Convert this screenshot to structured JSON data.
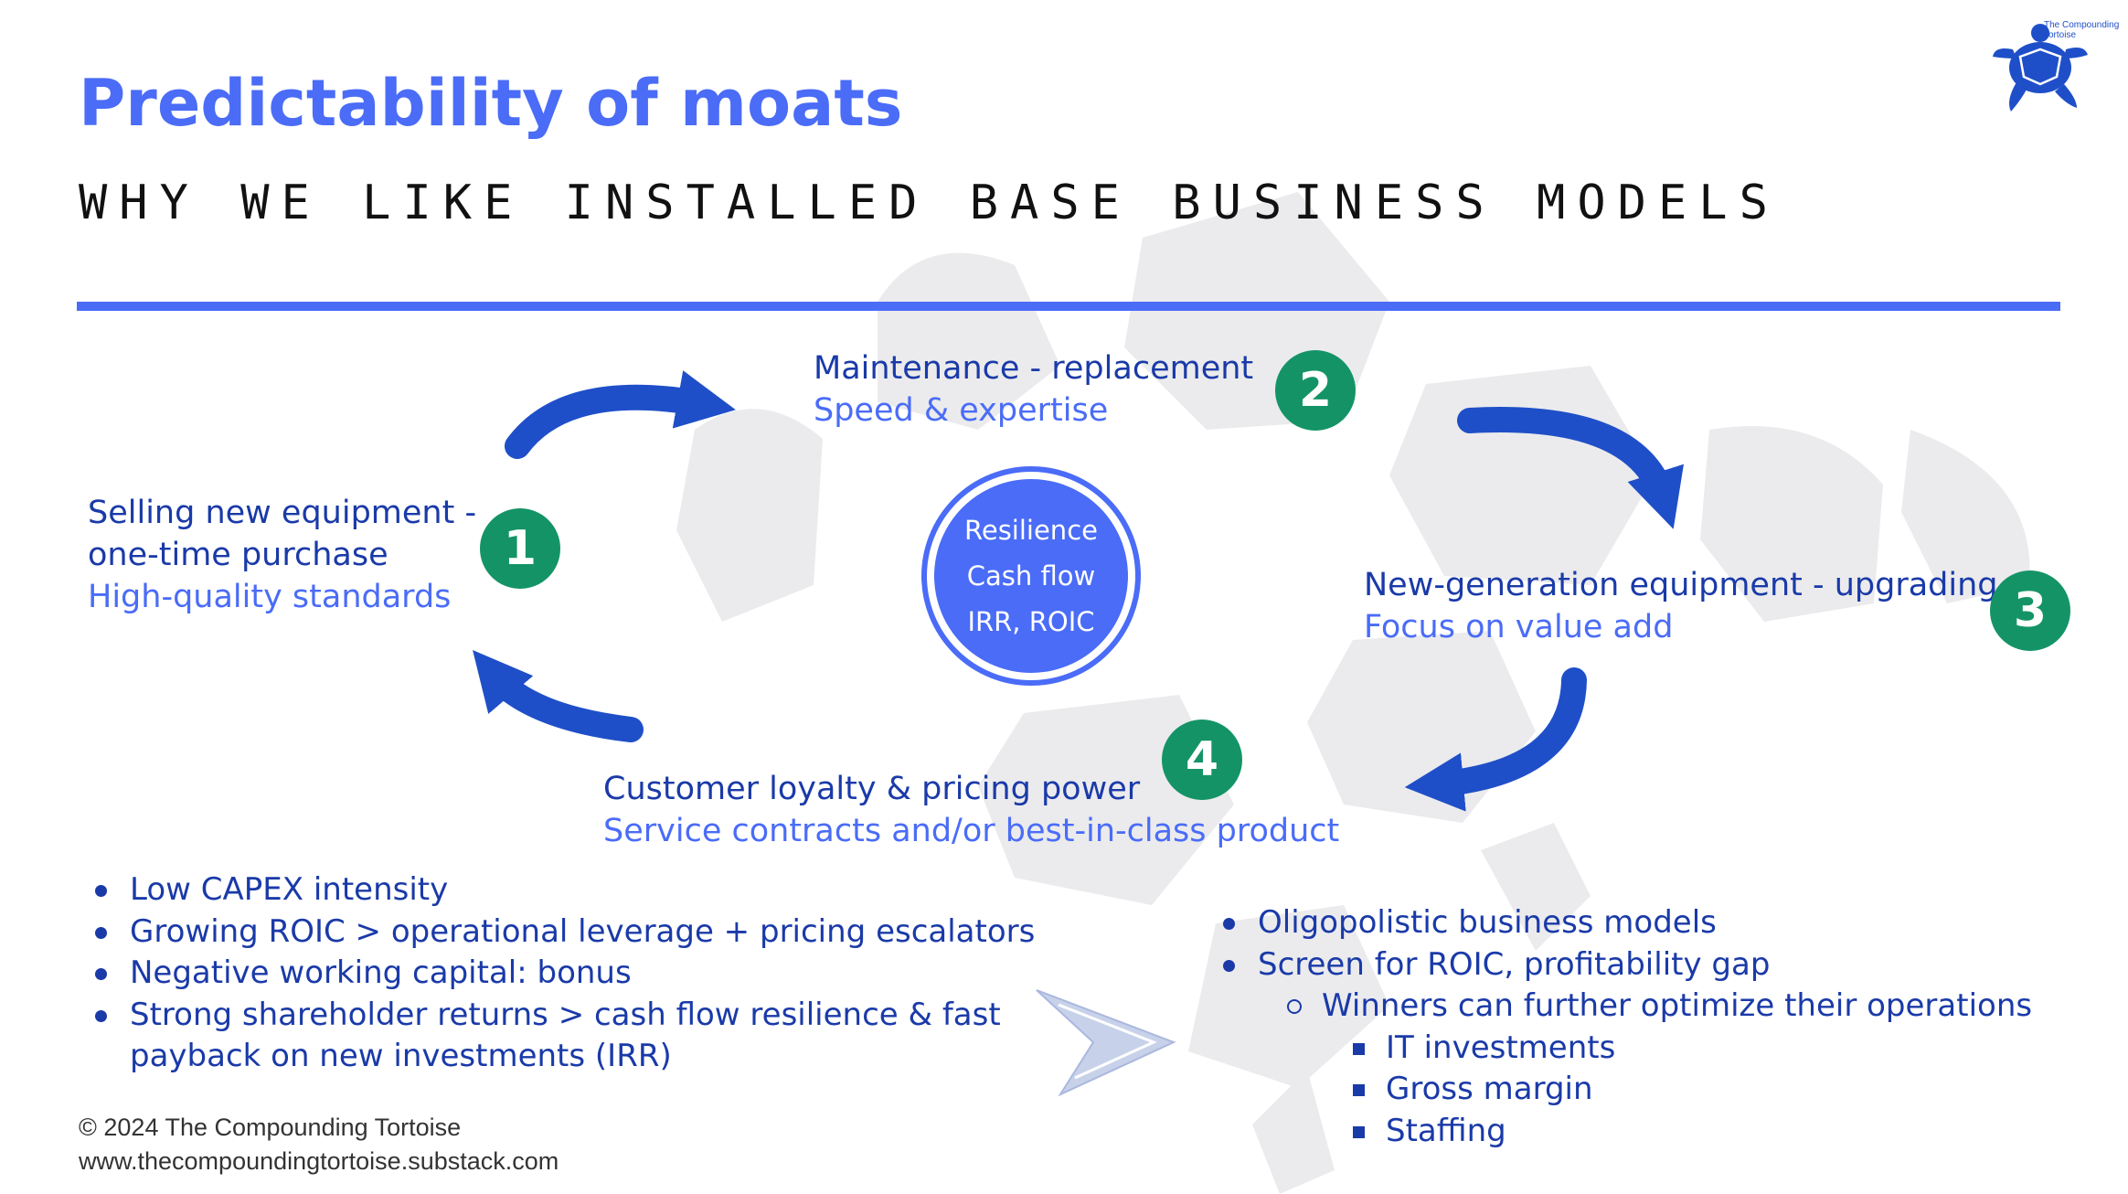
{
  "header": {
    "title": "Predictability of moats",
    "subtitle": "WHY WE LIKE INSTALLED BASE BUSINESS MODELS"
  },
  "logo": {
    "text_line1": "The Compounding",
    "text_line2": "Tortoise"
  },
  "cycle": {
    "steps": [
      {
        "number": "1",
        "line1": "Selling new equipment -",
        "line2": "one-time purchase",
        "highlight": "High-quality standards"
      },
      {
        "number": "2",
        "line1": "Maintenance - replacement",
        "highlight": "Speed & expertise"
      },
      {
        "number": "3",
        "line1": "New-generation equipment - upgrading",
        "highlight": "Focus on value add"
      },
      {
        "number": "4",
        "line1": "Customer loyalty & pricing power",
        "highlight": "Service contracts and/or best-in-class product"
      }
    ],
    "center": [
      "Resilience",
      "Cash flow",
      "IRR, ROIC"
    ]
  },
  "left_list": [
    "Low CAPEX intensity",
    "Growing ROIC > operational leverage + pricing escalators",
    "Negative working capital: bonus",
    "Strong shareholder returns > cash flow resilience & fast",
    "payback on new investments (IRR)"
  ],
  "right_list": {
    "items": [
      "Oligopolistic business models",
      "Screen for ROIC, profitability gap"
    ],
    "sub_item": "Winners can further optimize their operations",
    "sub_sub_items": [
      "IT investments",
      "Gross margin",
      "Staffing"
    ]
  },
  "footer": {
    "copyright": "© 2024 The Compounding Tortoise",
    "url": "www.thecompoundingtortoise.substack.com"
  },
  "colors": {
    "accent": "#4a6cf7",
    "dark_blue": "#1a3aa8",
    "arrow_blue": "#1f4fc8",
    "badge_green": "#149466",
    "watermark": "#ebebed"
  }
}
